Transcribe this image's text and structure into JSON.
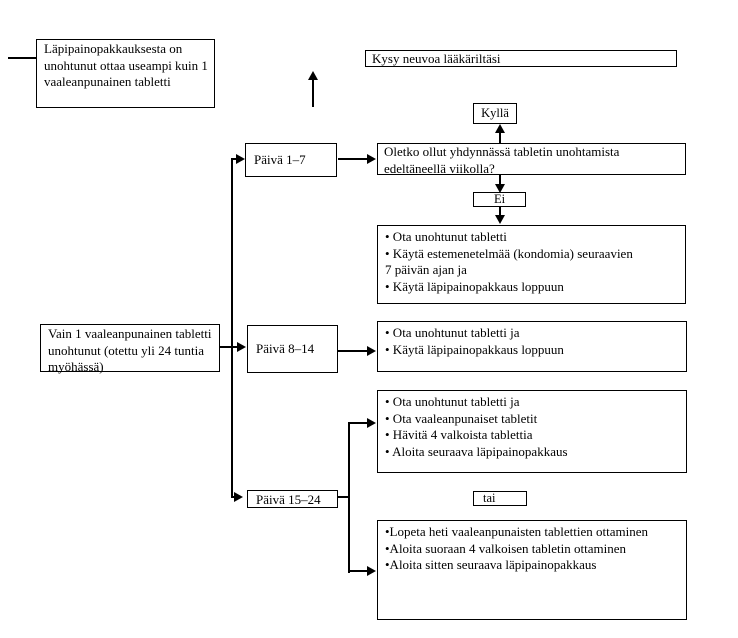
{
  "colors": {
    "line": "#000000",
    "background": "#ffffff"
  },
  "flowchart": {
    "nodes": {
      "multi_missed": "Läpipainopakkauksesta on unohtunut ottaa useampi kuin 1 vaaleanpunainen tabletti",
      "ask_doctor": "Kysy neuvoa lääkäriltäsi",
      "yes_label": "Kyllä",
      "no_label": "Ei",
      "or_label": "tai",
      "day_1_7": "Päivä 1–7",
      "day_8_14": "Päivä 8–14",
      "day_15_24": "Päivä 15–24",
      "question": "Oletko ollut yhdynnässä tabletin unohtamista edeltäneellä viikolla?",
      "single_missed": "Vain 1 vaaleanpunainen tabletti unohtunut (otettu yli 24 tuntia myöhässä)",
      "day17_result": {
        "lines": [
          "• Ota unohtunut tabletti",
          "• Käytä estemenetelmää (kondomia) seuraavien",
          "7 päivän ajan ja",
          "• Käytä läpipainopakkaus loppuun"
        ]
      },
      "day814_result": {
        "lines": [
          "• Ota unohtunut tabletti ja",
          "• Käytä läpipainopakkaus loppuun"
        ]
      },
      "day1524_result_a": {
        "lines": [
          "• Ota unohtunut tabletti ja",
          "• Ota vaaleanpunaiset tabletit",
          "• Hävitä 4 valkoista tablettia",
          "• Aloita seuraava läpipainopakkaus"
        ]
      },
      "day1524_result_b": {
        "lines": [
          "•Lopeta heti vaaleanpunaisten tablettien ottaminen",
          "•Aloita suoraan 4 valkoisen tabletin ottaminen",
          "•Aloita sitten seuraava läpipainopakkaus"
        ]
      }
    }
  }
}
